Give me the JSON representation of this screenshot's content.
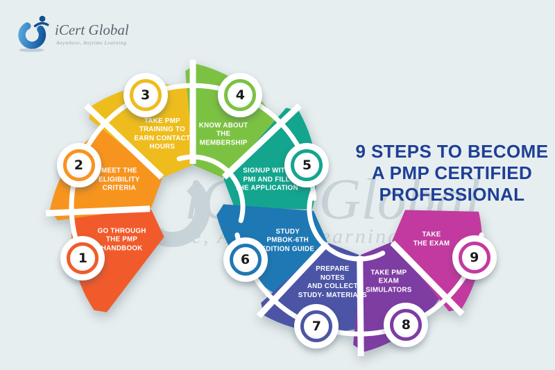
{
  "background_color": "#e7eeef",
  "logo": {
    "name": "iCert Global",
    "tagline": "Anywhere, Anytime Learning",
    "icon": "swirl-person-icon",
    "name_color": "#5b6371",
    "tagline_color": "#93a0ab"
  },
  "title": {
    "lines": [
      "9 STEPS TO BECOME",
      "A PMP CERTIFIED",
      "PROFESSIONAL"
    ],
    "color": "#1e3f96"
  },
  "watermark": {
    "text": "iCert Global",
    "tagline": "Anywhere, Anytime Learning"
  },
  "diagram": {
    "type": "circular-process",
    "steps": [
      {
        "number": "1",
        "lines": [
          "GO THROUGH",
          "THE PMP",
          "HANDBOOK"
        ],
        "color": "#f15b2b",
        "ring": 1,
        "angle": 155
      },
      {
        "number": "2",
        "lines": [
          "MEET THE",
          "ELIGIBILITY",
          "CRITERIA"
        ],
        "color": "#f7941e",
        "ring": 1,
        "angle": 200
      },
      {
        "number": "3",
        "lines": [
          "TAKE PMP",
          "TRAINING TO",
          "EARN CONTACT",
          "HOURS"
        ],
        "color": "#eebd1d",
        "ring": 1,
        "angle": 247
      },
      {
        "number": "4",
        "lines": [
          "KNOW ABOUT",
          "THE",
          "MEMBERSHIP"
        ],
        "color": "#7cc242",
        "ring": 1,
        "angle": 293
      },
      {
        "number": "5",
        "lines": [
          "SIGNUP WITH",
          "PMI AND FILL",
          "THE APPLICATION"
        ],
        "color": "#13a58e",
        "ring": 1,
        "angle": 340
      },
      {
        "number": "6",
        "lines": [
          "STUDY",
          "PMBOK-6TH",
          "EDITION GUIDE"
        ],
        "color": "#1e78b4",
        "ring": 2,
        "angle": 156
      },
      {
        "number": "7",
        "lines": [
          "PREPARE",
          "NOTES",
          "AND COLLECT",
          "STUDY- MATERIALS"
        ],
        "color": "#4c55a5",
        "ring": 2,
        "angle": 110
      },
      {
        "number": "8",
        "lines": [
          "TAKE PMP",
          "EXAM",
          "SIMULATORS"
        ],
        "color": "#7e3da2",
        "ring": 2,
        "angle": 68
      },
      {
        "number": "9",
        "lines": [
          "TAKE",
          "THE EXAM"
        ],
        "color": "#c23a9f",
        "ring": 2,
        "angle": 23
      }
    ]
  }
}
